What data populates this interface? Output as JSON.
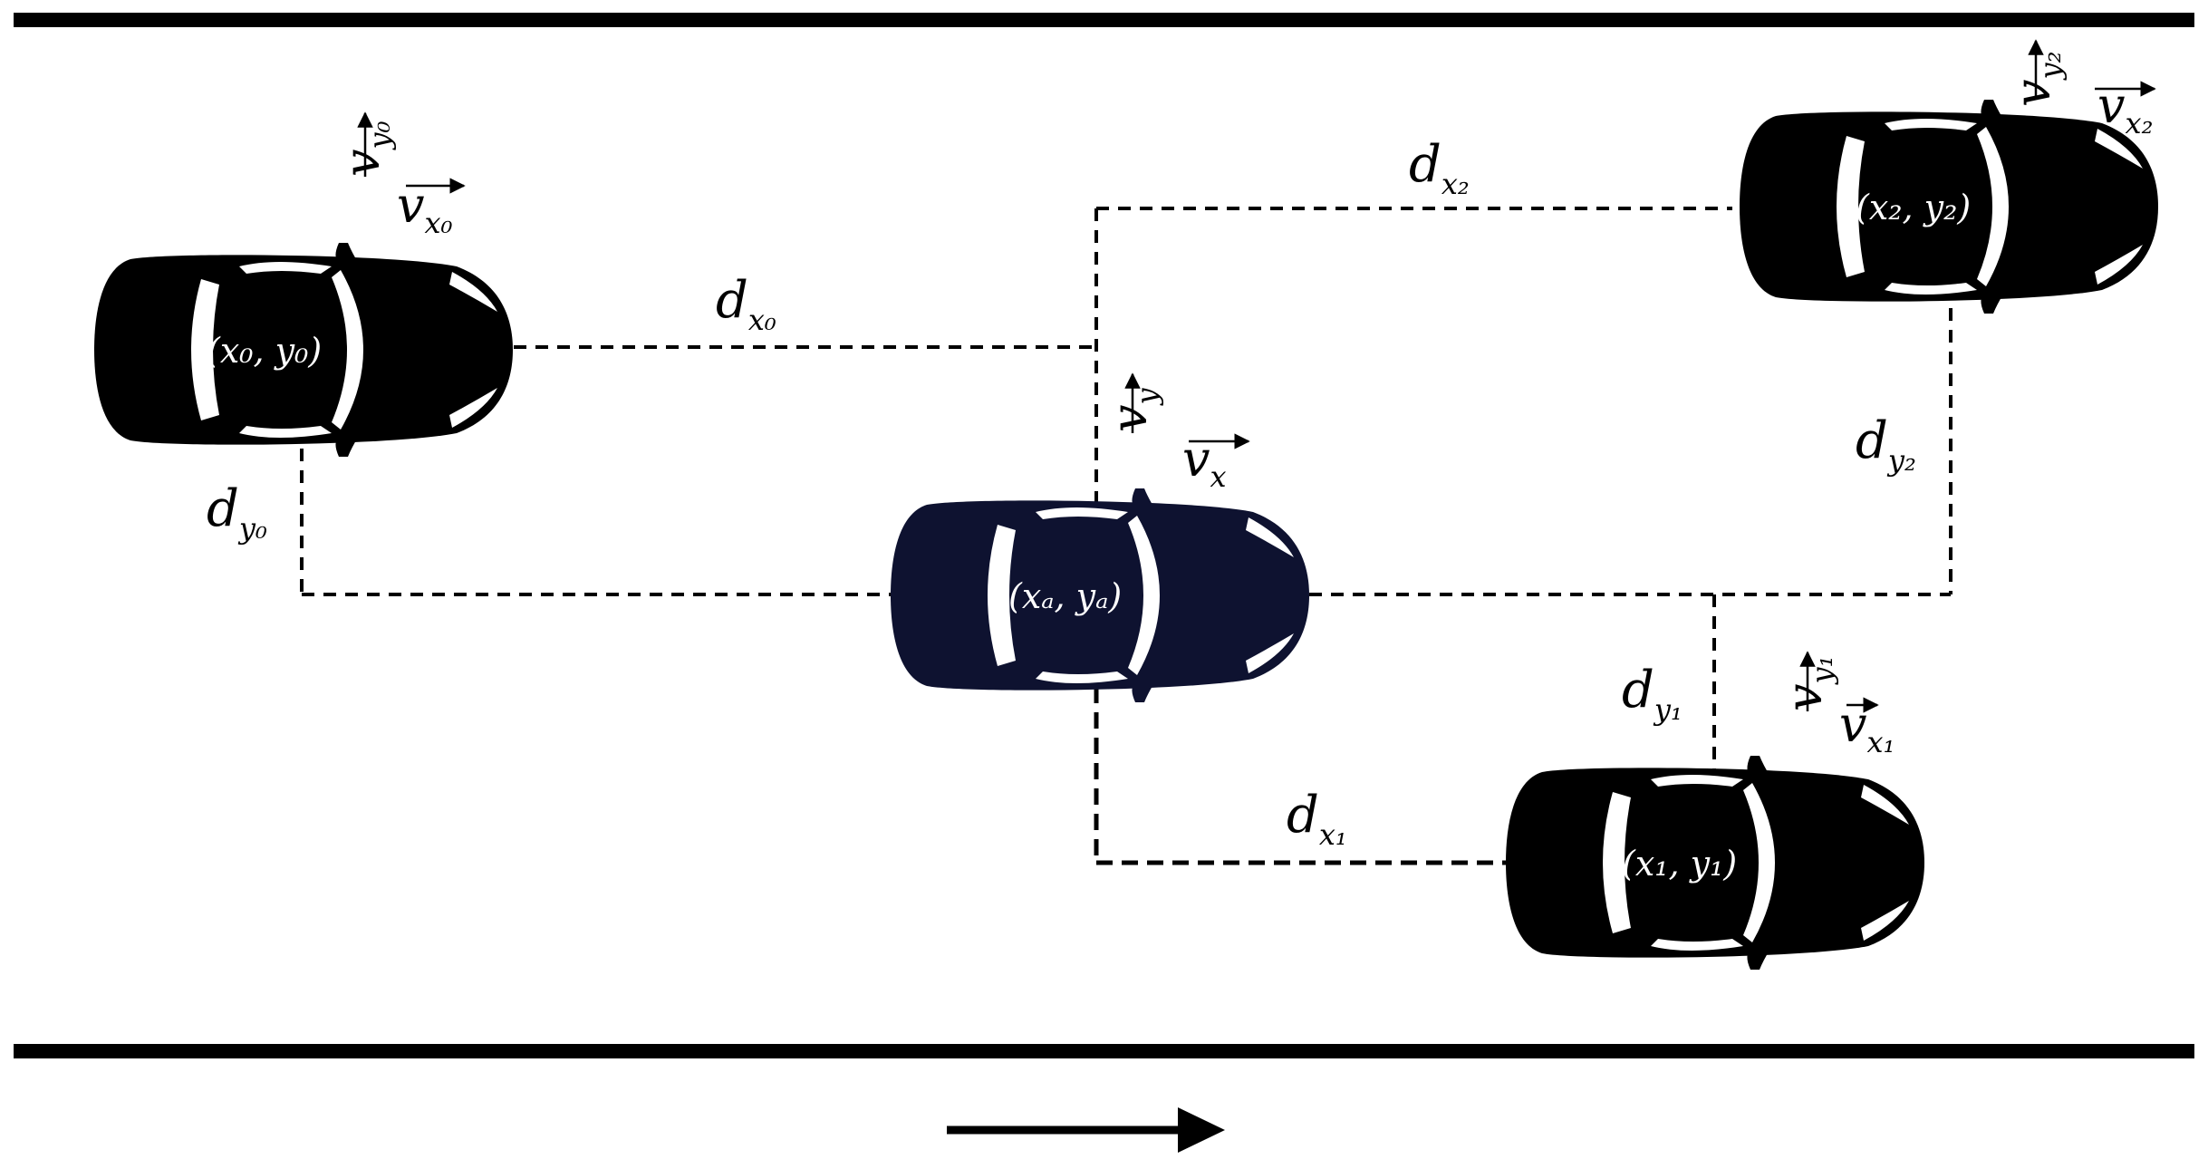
{
  "cars": {
    "car0": {
      "label": "(x₀, y₀)",
      "color": "#000000"
    },
    "car1": {
      "label": "(x₁, y₁)",
      "color": "#000000"
    },
    "car2": {
      "label": "(x₂, y₂)",
      "color": "#000000"
    },
    "ego": {
      "label": "(xₐ, yₐ)",
      "color": "#0e1230"
    }
  },
  "velocities": {
    "vy0": "v",
    "vy0_sub": "y₀",
    "vx0": "v",
    "vx0_sub": "x₀",
    "vy": "v",
    "vy_sub": "y",
    "vx": "v",
    "vx_sub": "x",
    "vy1": "v",
    "vy1_sub": "y₁",
    "vx1": "v",
    "vx1_sub": "x₁",
    "vy2": "v",
    "vy2_sub": "y₂",
    "vx2": "v",
    "vx2_sub": "x₂"
  },
  "distances": {
    "dx0": "d",
    "dx0_sub": "x₀",
    "dy0": "d",
    "dy0_sub": "y₀",
    "dx1": "d",
    "dx1_sub": "x₁",
    "dy1": "d",
    "dy1_sub": "y₁",
    "dx2": "d",
    "dx2_sub": "x₂",
    "dy2": "d",
    "dy2_sub": "y₂"
  },
  "icons": {
    "car": "car-topview-icon",
    "direction": "right-arrow-icon"
  }
}
